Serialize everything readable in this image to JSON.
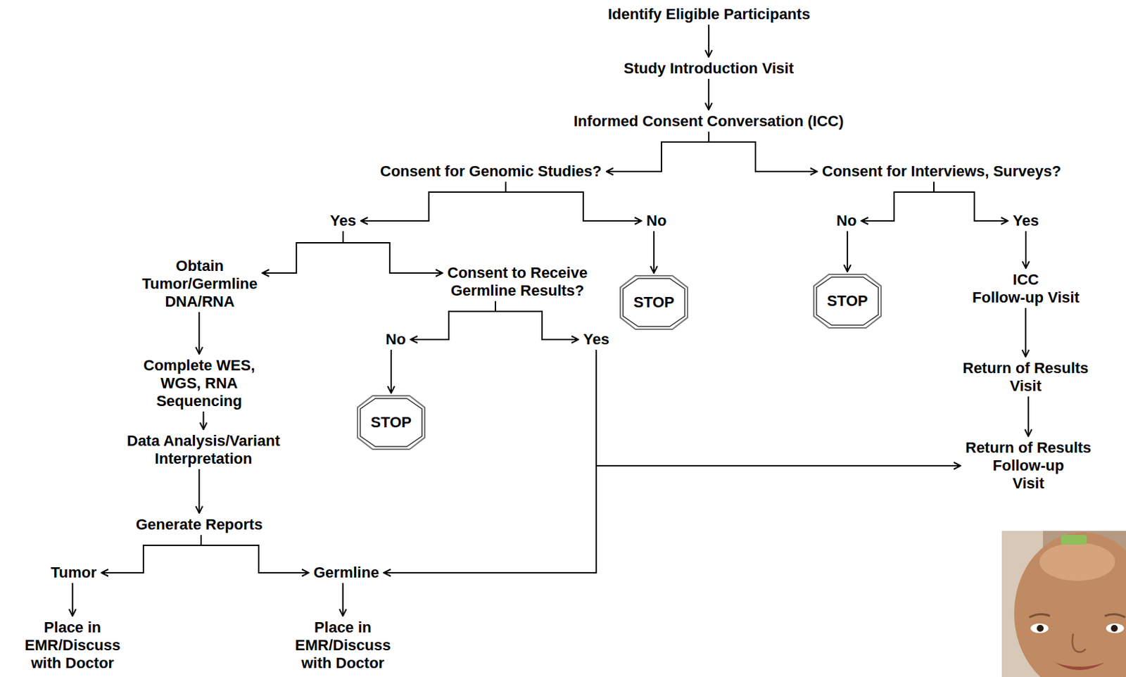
{
  "diagram": {
    "nodes": [
      {
        "text": [
          "Identify Eligible Participants"
        ]
      },
      {
        "text": [
          "Study Introduction Visit"
        ]
      },
      {
        "text": [
          "Informed Consent Conversation (ICC)"
        ]
      },
      {
        "text": [
          "Consent for Genomic Studies?"
        ]
      },
      {
        "text": [
          "Consent for Interviews, Surveys?"
        ]
      },
      {
        "text": [
          "Yes"
        ]
      },
      {
        "text": [
          "No"
        ]
      },
      {
        "text": [
          "No"
        ]
      },
      {
        "text": [
          "Yes"
        ]
      },
      {
        "text": [
          "Obtain Tumor/Germline DNA/RNA"
        ]
      },
      {
        "text": [
          "Consent to Receive Germline Results?"
        ]
      },
      {
        "text": [
          "STOP"
        ]
      },
      {
        "text": [
          "STOP"
        ]
      },
      {
        "text": [
          "ICC Follow-up Visit"
        ]
      },
      {
        "text": [
          "No"
        ]
      },
      {
        "text": [
          "Yes"
        ]
      },
      {
        "text": [
          "Complete WES, WGS, RNA Sequencing"
        ]
      },
      {
        "text": [
          "STOP"
        ]
      },
      {
        "text": [
          "Return of Results Visit"
        ]
      },
      {
        "text": [
          "Data Analysis/Variant Interpretation"
        ]
      },
      {
        "text": [
          "Return of Results Follow-up Visit"
        ]
      },
      {
        "text": [
          "Generate Reports"
        ]
      },
      {
        "text": [
          "Tumor"
        ]
      },
      {
        "text": [
          "Germline"
        ]
      },
      {
        "text": [
          "Place in EMR/Discuss with Doctor"
        ]
      },
      {
        "text": [
          "Place in EMR/Discuss with Doctor"
        ]
      }
    ],
    "edges": [
      {
        "from": 0,
        "to": 1,
        "arrow": "to"
      },
      {
        "from": 1,
        "to": 2,
        "arrow": "to"
      },
      {
        "from": 2,
        "to": 3,
        "arrow": "to"
      },
      {
        "from": 2,
        "to": 4,
        "arrow": "to"
      },
      {
        "from": 3,
        "to": 5,
        "arrow": "to"
      },
      {
        "from": 3,
        "to": 6,
        "arrow": "to"
      },
      {
        "from": 4,
        "to": 7,
        "arrow": "to"
      },
      {
        "from": 4,
        "to": 8,
        "arrow": "to"
      },
      {
        "from": 5,
        "to": 9,
        "arrow": "to"
      },
      {
        "from": 5,
        "to": 10,
        "arrow": "to"
      },
      {
        "from": 6,
        "to": 11,
        "arrow": "to"
      },
      {
        "from": 7,
        "to": 12,
        "arrow": "to"
      },
      {
        "from": 8,
        "to": 13,
        "arrow": "to"
      },
      {
        "from": 9,
        "to": 16,
        "arrow": "to"
      },
      {
        "from": 10,
        "to": 14,
        "arrow": "to"
      },
      {
        "from": 10,
        "to": 15,
        "arrow": "to"
      },
      {
        "from": 14,
        "to": 17,
        "arrow": "to"
      },
      {
        "from": 13,
        "to": 18,
        "arrow": "to"
      },
      {
        "from": 16,
        "to": 19,
        "arrow": "to"
      },
      {
        "from": 18,
        "to": 20,
        "arrow": "to"
      },
      {
        "from": 19,
        "to": 21,
        "arrow": "to"
      },
      {
        "from": 21,
        "to": 22,
        "arrow": "to"
      },
      {
        "from": 21,
        "to": 23,
        "arrow": "to"
      },
      {
        "from": 22,
        "to": 24,
        "arrow": "to"
      },
      {
        "from": 23,
        "to": 25,
        "arrow": "to"
      },
      {
        "from": 15,
        "to": 23,
        "arrow": "to"
      },
      {
        "from": 15,
        "to": 20,
        "arrow": "to"
      }
    ]
  }
}
